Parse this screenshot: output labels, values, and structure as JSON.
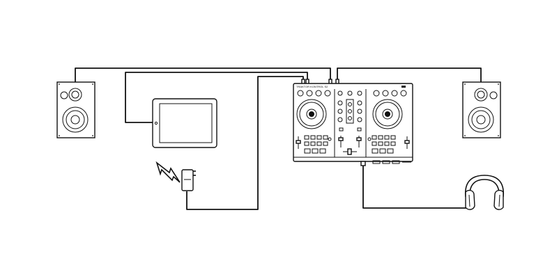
{
  "diagram": {
    "controller": {
      "brand_text": "TRAKTOR KONTROL S2"
    },
    "devices": [
      {
        "id": "left-speaker",
        "icon": "speaker-icon"
      },
      {
        "id": "tablet",
        "icon": "tablet-icon"
      },
      {
        "id": "power-adapter",
        "icon": "power-adapter-icon"
      },
      {
        "id": "lightning",
        "icon": "electricity-bolt-icon"
      },
      {
        "id": "dj-controller",
        "icon": "dj-controller-icon"
      },
      {
        "id": "right-speaker",
        "icon": "speaker-icon"
      },
      {
        "id": "headphones",
        "icon": "headphones-icon"
      }
    ],
    "connections": [
      {
        "from": "left-speaker",
        "to": "dj-controller"
      },
      {
        "from": "tablet",
        "to": "dj-controller"
      },
      {
        "from": "power-adapter",
        "to": "dj-controller"
      },
      {
        "from": "right-speaker",
        "to": "dj-controller"
      },
      {
        "from": "headphones",
        "to": "dj-controller"
      }
    ],
    "colors": {
      "line": "#111111",
      "background": "#ffffff"
    }
  }
}
